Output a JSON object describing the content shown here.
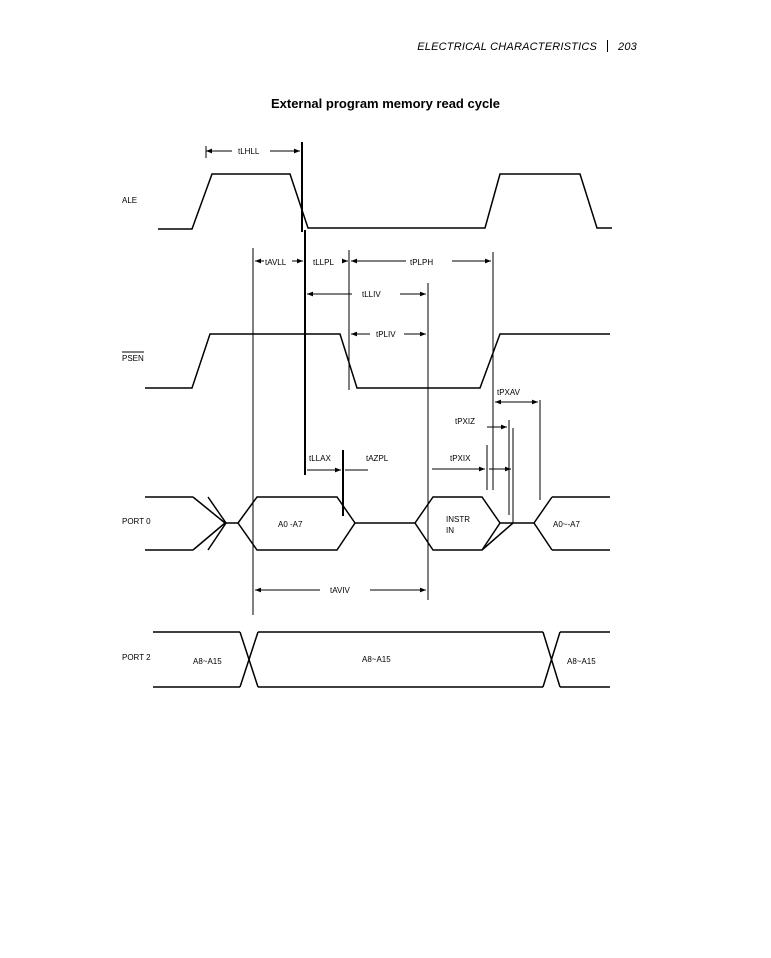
{
  "header": {
    "section": "ELECTRICAL CHARACTERISTICS",
    "page_number": "203"
  },
  "title": "External program memory read cycle",
  "signals": {
    "ale": "ALE",
    "psen": "PSEN",
    "port0": "PORT 0",
    "port2": "PORT 2"
  },
  "timings": {
    "tlhll": "tLHLL",
    "tavll": "tAVLL",
    "tllpl": "tLLPL",
    "tplph": "tPLPH",
    "tlliv": "tLLIV",
    "tpliv": "tPLIV",
    "tpxav": "tPXAV",
    "tpxiz": "tPXIZ",
    "tllax": "tLLAX",
    "tazpl": "tAZPL",
    "tpxix": "tPXIX",
    "taviv": "tAVIV"
  },
  "bus_values": {
    "port0_addr1": "A0 -A7",
    "port0_instr_line1": "INSTR",
    "port0_instr_line2": "IN",
    "port0_addr2": "A0~-A7",
    "port2_left": "A8~A15",
    "port2_mid": "A8~A15",
    "port2_right": "A8~A15"
  }
}
